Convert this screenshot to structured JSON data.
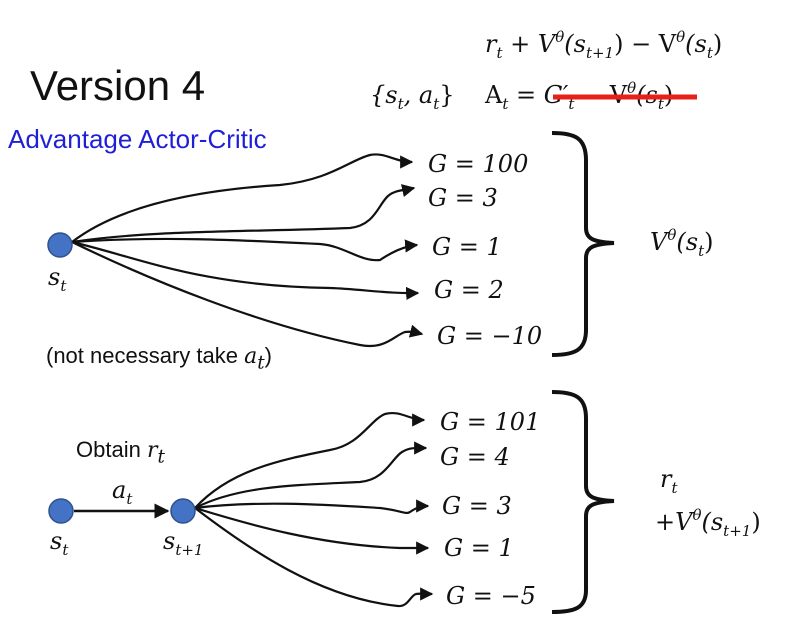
{
  "slide": {
    "title": "Version 4",
    "subtitle": "Advantage Actor-Critic",
    "note_prefix": "(not necessary take ",
    "note_var": "a",
    "note_sub": "t",
    "note_suffix": ")",
    "obtain_prefix": "Obtain ",
    "obtain_var": "r",
    "obtain_sub": "t"
  },
  "formula_top": {
    "r": "r",
    "t": "t",
    "plus": " + V",
    "theta": "θ",
    "lp": "(s",
    "t1": "t+1",
    "rp_minus": ") − V",
    "theta2": "θ",
    "lp2": "(s",
    "t2": "t",
    "rp": ")"
  },
  "pair": {
    "text_open": "{s",
    "sub1": "t",
    "comma": ", a",
    "sub2": "t",
    "text_close": "}"
  },
  "advantage": {
    "A": "A",
    "sub": "t",
    "eq": " = ",
    "struck": "G′",
    "struck_sub": "t",
    "struck_rest": " − V",
    "struck_theta": "θ",
    "struck_s": "(s",
    "struck_s_sub": "t",
    "struck_close": ")"
  },
  "top_tree": {
    "root_label": "s",
    "root_sub": "t",
    "returns": [
      "G = 100",
      "G = 3",
      "G = 1",
      "G = 2",
      "G = −10"
    ],
    "value_label": "V",
    "value_theta": "θ",
    "value_arg": "(s",
    "value_arg_sub": "t",
    "value_close": ")"
  },
  "bottom_tree": {
    "root_label": "s",
    "root_sub": "t",
    "action_label": "a",
    "action_sub": "t",
    "next_label": "s",
    "next_sub": "t+1",
    "returns": [
      "G = 101",
      "G = 4",
      "G = 3",
      "G = 1",
      "G = −5"
    ],
    "value_line1": "r",
    "value_line1_sub": "t",
    "value_line2": "+V",
    "value_line2_theta": "θ",
    "value_line2_arg": "(s",
    "value_line2_sub": "t+1",
    "value_line2_close": ")"
  },
  "colors": {
    "node": "#4472c4",
    "node_stroke": "#2f528f",
    "strike": "#e8201a",
    "subtitle": "#1f1fd6"
  }
}
